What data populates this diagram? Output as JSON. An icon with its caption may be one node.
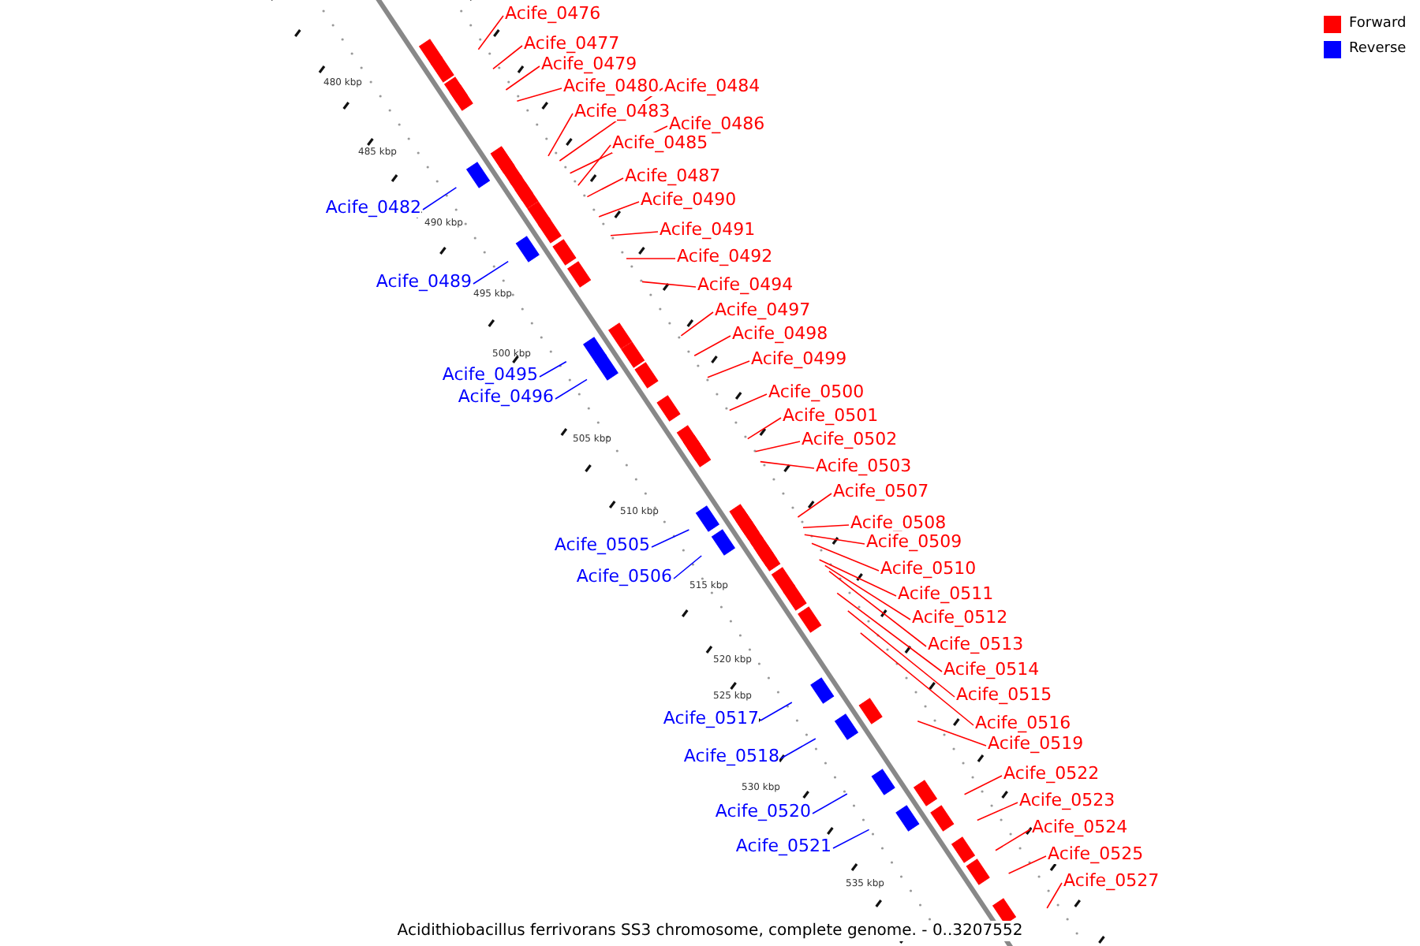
{
  "diagram": {
    "caption": "Acidithiobacillus ferrivorans SS3 chromosome, complete genome. - 0..3207552",
    "nodes": [
      {
        "text": [
          "Acife_0476"
        ]
      },
      {
        "text": [
          "Acife_0477"
        ]
      },
      {
        "text": [
          "Acife_0479"
        ]
      },
      {
        "text": [
          "Acife_0480"
        ]
      },
      {
        "text": [
          "Acife_0484"
        ]
      },
      {
        "text": [
          "Acife_0483"
        ]
      },
      {
        "text": [
          "Acife_0486"
        ]
      },
      {
        "text": [
          "Acife_0485"
        ]
      },
      {
        "text": [
          "Acife_0487"
        ]
      },
      {
        "text": [
          "Acife_0490"
        ]
      },
      {
        "text": [
          "Acife_0482"
        ]
      },
      {
        "text": [
          "Acife_0491"
        ]
      },
      {
        "text": [
          "Acife_0492"
        ]
      },
      {
        "text": [
          "Acife_0494"
        ]
      },
      {
        "text": [
          "Acife_0489"
        ]
      },
      {
        "text": [
          "Acife_0497"
        ]
      },
      {
        "text": [
          "Acife_0498"
        ]
      },
      {
        "text": [
          "Acife_0499"
        ]
      },
      {
        "text": [
          "Acife_0495"
        ]
      },
      {
        "text": [
          "Acife_0500"
        ]
      },
      {
        "text": [
          "Acife_0496"
        ]
      },
      {
        "text": [
          "Acife_0501"
        ]
      },
      {
        "text": [
          "Acife_0502"
        ]
      },
      {
        "text": [
          "Acife_0503"
        ]
      },
      {
        "text": [
          "Acife_0507"
        ]
      },
      {
        "text": [
          "Acife_0508"
        ]
      },
      {
        "text": [
          "Acife_0509"
        ]
      },
      {
        "text": [
          "Acife_0505"
        ]
      },
      {
        "text": [
          "Acife_0510"
        ]
      },
      {
        "text": [
          "Acife_0506"
        ]
      },
      {
        "text": [
          "Acife_0511"
        ]
      },
      {
        "text": [
          "Acife_0512"
        ]
      },
      {
        "text": [
          "Acife_0513"
        ]
      },
      {
        "text": [
          "Acife_0514"
        ]
      },
      {
        "text": [
          "Acife_0515"
        ]
      },
      {
        "text": [
          "Acife_0517"
        ]
      },
      {
        "text": [
          "Acife_0516"
        ]
      },
      {
        "text": [
          "Acife_0519"
        ]
      },
      {
        "text": [
          "Acife_0518"
        ]
      },
      {
        "text": [
          "Acife_0522"
        ]
      },
      {
        "text": [
          "Acife_0523"
        ]
      },
      {
        "text": [
          "Acife_0520"
        ]
      },
      {
        "text": [
          "Acife_0524"
        ]
      },
      {
        "text": [
          "Acife_0521"
        ]
      },
      {
        "text": [
          "Acife_0525"
        ]
      },
      {
        "text": [
          "Acife_0527"
        ]
      }
    ],
    "edges": [
      {
        "from": 0,
        "to": null,
        "arrow": "none"
      },
      {
        "from": 1,
        "to": null,
        "arrow": "none"
      },
      {
        "from": 2,
        "to": null,
        "arrow": "none"
      },
      {
        "from": 3,
        "to": null,
        "arrow": "none"
      },
      {
        "from": 4,
        "to": null,
        "arrow": "none"
      },
      {
        "from": 5,
        "to": null,
        "arrow": "none"
      },
      {
        "from": 6,
        "to": null,
        "arrow": "none"
      },
      {
        "from": 7,
        "to": null,
        "arrow": "none"
      },
      {
        "from": 8,
        "to": null,
        "arrow": "none"
      },
      {
        "from": 9,
        "to": null,
        "arrow": "none"
      },
      {
        "from": 10,
        "to": null,
        "arrow": "none",
        "color": "#0000ff"
      },
      {
        "from": 11,
        "to": null,
        "arrow": "none"
      },
      {
        "from": 12,
        "to": null,
        "arrow": "none"
      },
      {
        "from": 13,
        "to": null,
        "arrow": "none"
      },
      {
        "from": 14,
        "to": null,
        "arrow": "none",
        "color": "#0000ff"
      },
      {
        "from": 15,
        "to": null,
        "arrow": "none"
      },
      {
        "from": 16,
        "to": null,
        "arrow": "none"
      },
      {
        "from": 17,
        "to": null,
        "arrow": "none"
      },
      {
        "from": 18,
        "to": null,
        "arrow": "none",
        "color": "#0000ff"
      },
      {
        "from": 19,
        "to": null,
        "arrow": "none"
      },
      {
        "from": 20,
        "to": null,
        "arrow": "none",
        "color": "#0000ff"
      },
      {
        "from": 21,
        "to": null,
        "arrow": "none"
      },
      {
        "from": 22,
        "to": null,
        "arrow": "none"
      },
      {
        "from": 23,
        "to": null,
        "arrow": "none"
      },
      {
        "from": 24,
        "to": null,
        "arrow": "none"
      },
      {
        "from": 25,
        "to": null,
        "arrow": "none"
      },
      {
        "from": 26,
        "to": null,
        "arrow": "none"
      },
      {
        "from": 27,
        "to": null,
        "arrow": "none",
        "color": "#0000ff"
      },
      {
        "from": 28,
        "to": null,
        "arrow": "none"
      },
      {
        "from": 29,
        "to": null,
        "arrow": "none",
        "color": "#0000ff"
      },
      {
        "from": 30,
        "to": null,
        "arrow": "none"
      },
      {
        "from": 31,
        "to": null,
        "arrow": "none"
      },
      {
        "from": 32,
        "to": null,
        "arrow": "none"
      },
      {
        "from": 33,
        "to": null,
        "arrow": "none"
      },
      {
        "from": 34,
        "to": null,
        "arrow": "none"
      },
      {
        "from": 35,
        "to": null,
        "arrow": "none",
        "color": "#0000ff"
      },
      {
        "from": 36,
        "to": null,
        "arrow": "none"
      },
      {
        "from": 37,
        "to": null,
        "arrow": "none"
      },
      {
        "from": 38,
        "to": null,
        "arrow": "none",
        "color": "#0000ff"
      },
      {
        "from": 39,
        "to": null,
        "arrow": "none"
      },
      {
        "from": 40,
        "to": null,
        "arrow": "none"
      },
      {
        "from": 41,
        "to": null,
        "arrow": "none",
        "color": "#0000ff"
      },
      {
        "from": 42,
        "to": null,
        "arrow": "none"
      },
      {
        "from": 43,
        "to": null,
        "arrow": "none",
        "color": "#0000ff"
      },
      {
        "from": 44,
        "to": null,
        "arrow": "none"
      },
      {
        "from": 45,
        "to": null,
        "arrow": "none"
      }
    ],
    "labels": [
      "480 kbp",
      "485 kbp",
      "490 kbp",
      "495 kbp",
      "500 kbp",
      "505 kbp",
      "510 kbp",
      "515 kbp",
      "520 kbp",
      "525 kbp",
      "530 kbp",
      "535 kbp"
    ],
    "legend": [
      {
        "text": "Forward",
        "color": "#ff0000"
      },
      {
        "text": "Reverse",
        "color": "#0000ff"
      }
    ]
  }
}
